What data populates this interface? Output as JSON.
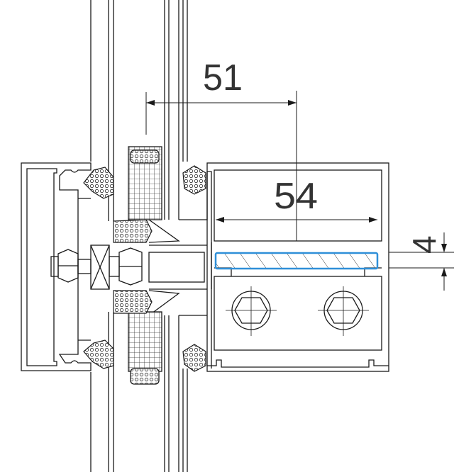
{
  "diagram": {
    "dimensions": {
      "d51": "51",
      "d54": "54",
      "d4": "4"
    },
    "colors": {
      "line": "#1a1a1a",
      "highlight": "#2f8fd8",
      "hatch": "#555555",
      "background": "#ffffff"
    }
  }
}
